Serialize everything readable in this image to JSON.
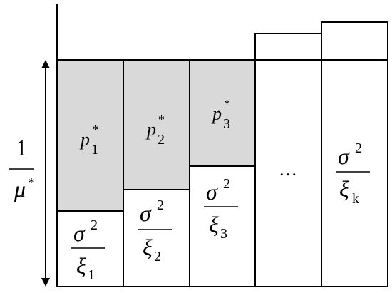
{
  "left_label": {
    "numerator": "1",
    "mu": "μ",
    "star": "*"
  },
  "columns": [
    {
      "top": {
        "base": "p",
        "sub": "1",
        "sup": "*"
      },
      "bottom": {
        "num": "σ",
        "num_sup": "2",
        "den": "ξ",
        "den_sub": "1"
      }
    },
    {
      "top": {
        "base": "p",
        "sub": "2",
        "sup": "*"
      },
      "bottom": {
        "num": "σ",
        "num_sup": "2",
        "den": "ξ",
        "den_sub": "2"
      }
    },
    {
      "top": {
        "base": "p",
        "sub": "3",
        "sup": "*"
      },
      "bottom": {
        "num": "σ",
        "num_sup": "2",
        "den": "ξ",
        "den_sub": "3"
      }
    },
    {
      "ellipsis": "…"
    },
    {
      "bottom": {
        "num": "σ",
        "num_sup": "2",
        "den": "ξ",
        "den_sub": "k"
      }
    }
  ]
}
